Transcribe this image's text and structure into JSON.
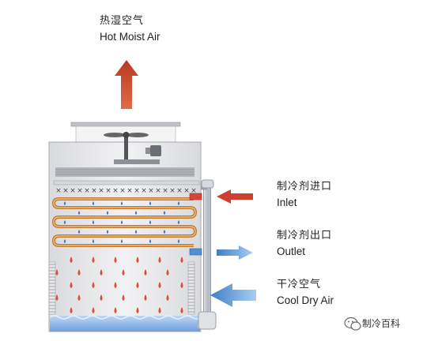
{
  "labels": {
    "top_cn": "热湿空气",
    "top_en": "Hot Moist Air",
    "inlet_cn": "制冷剂进口",
    "inlet_en": "Inlet",
    "outlet_cn": "制冷剂出口",
    "outlet_en": "Outlet",
    "dry_cn": "干冷空气",
    "dry_en": "Cool Dry Air"
  },
  "watermark": {
    "text": "制冷百科"
  },
  "colors": {
    "hot_arrow": "#c8442a",
    "cool_arrow": "#3d7fc8",
    "coil": "#c57a2f",
    "spray": "#3a6fb8",
    "droplet": "#e04a3a",
    "water": "#8fb8ea",
    "casing": "#e8e8ea",
    "pipe": "#cfd3d8"
  },
  "icons": {
    "fan": "fan-icon",
    "watermark": "wechat-logo-icon"
  }
}
